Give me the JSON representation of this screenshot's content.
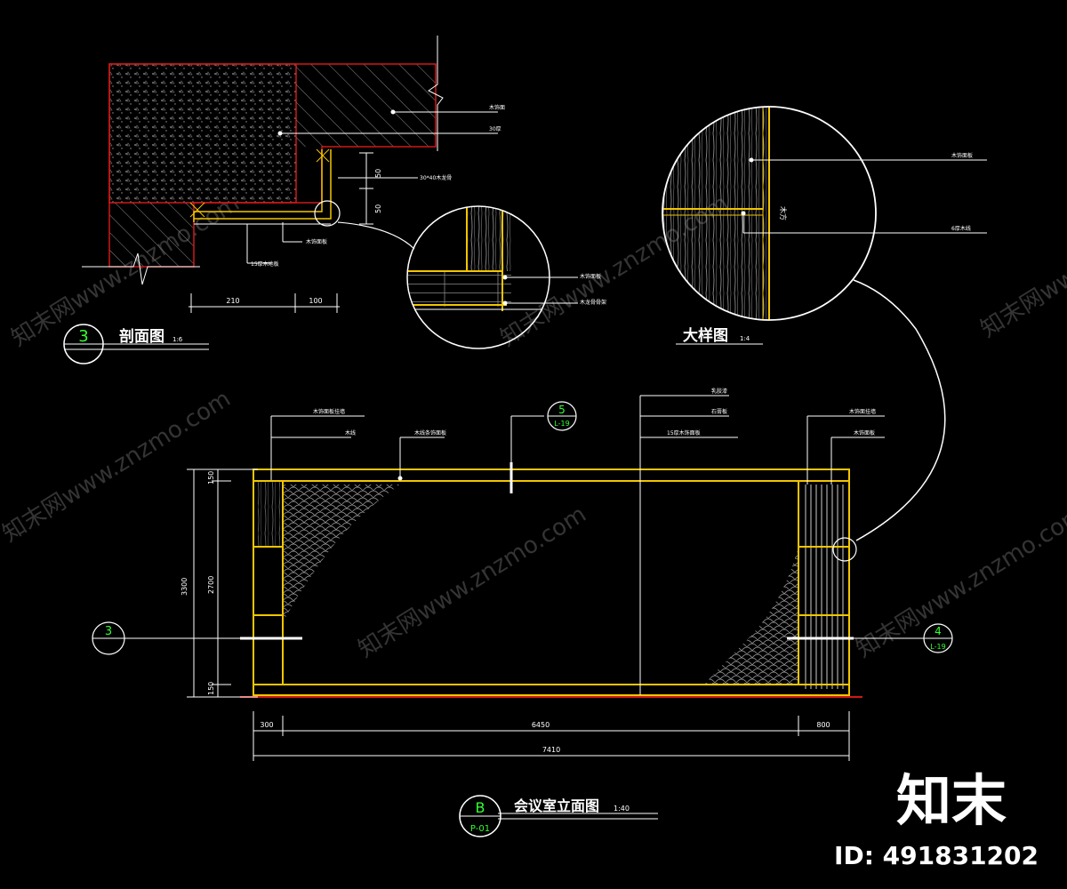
{
  "colors": {
    "background": "#000000",
    "line_white": "#ffffff",
    "line_yellow": "#f2c500",
    "line_red": "#d01818",
    "hatch_gray": "#8a8a8a",
    "tag_green": "#33ff33",
    "watermark": "#3a3a3a"
  },
  "section_view": {
    "title": "剖面图",
    "scale": "1:6",
    "tag_number": "3",
    "dimensions": [
      "210",
      "100",
      "50",
      "50"
    ],
    "leader_notes": [
      "木饰面",
      "30厚",
      "30*40木龙骨",
      "木饰面板",
      "15厚木地板"
    ]
  },
  "detail_section_circle": {
    "leader_notes": [
      "木饰面板",
      "木龙骨骨架"
    ]
  },
  "large_detail": {
    "title": "大样图",
    "scale": "1:4",
    "side_note": "木方",
    "leader_notes": [
      "木饰面板",
      "6厚木线"
    ]
  },
  "elevation": {
    "title": "会议室立面图",
    "scale": "1:40",
    "tag_letter": "B",
    "tag_sheet": "P-01",
    "section_tag_top": {
      "number": "5",
      "sheet": "L-19"
    },
    "section_tag_right": {
      "number": "4",
      "sheet": "L-19"
    },
    "section_tag_left": {
      "number": "3"
    },
    "dims_bottom": [
      "300",
      "6450",
      "800"
    ],
    "dims_total": "7410",
    "dims_left_outer": "3300",
    "dims_left_inner": [
      "150",
      "2700",
      "150"
    ],
    "leader_notes_top_left": [
      "木饰面板挂墙",
      "木线",
      "木线条饰面板"
    ],
    "leader_notes_center": [
      "乳胶漆",
      "石膏板",
      "15厚木饰面板"
    ],
    "leader_notes_right": [
      "木饰面挂墙",
      "木饰面板"
    ]
  },
  "watermarks": [
    "知末网www.znzmo.com"
  ],
  "brand": {
    "logo": "知末",
    "id_label": "ID: 491831202"
  }
}
